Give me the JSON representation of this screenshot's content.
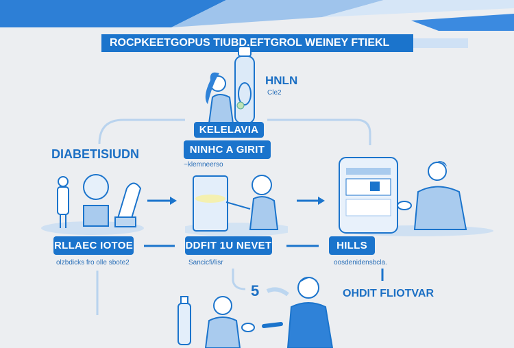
{
  "title": "ROCPKEETGOPUS TIUBD.EFTGROL WEINEY FTIEKL",
  "colors": {
    "accent": "#1b74cc",
    "background": "#eceef1",
    "light": "#bcd6f0"
  },
  "top_center": {
    "heading": "HNLN",
    "caption": "Cle2",
    "box1": "KELELAVIA",
    "box2": "NINHC A GIRIT",
    "note": "~klemneerso"
  },
  "left_heading": "DIABETISIUDN",
  "steps": [
    {
      "label": "RLLAEC IOTOE",
      "caption": "olzbdicks fro olle sbote2"
    },
    {
      "label": "DDFIT 1U NEVET",
      "caption": "Sancicfi/lisr"
    },
    {
      "label": "HILLS",
      "caption": "oosdenidensbcla."
    }
  ],
  "step_number": "5",
  "bottom_heading": "OHDIT FLIOTVAR"
}
